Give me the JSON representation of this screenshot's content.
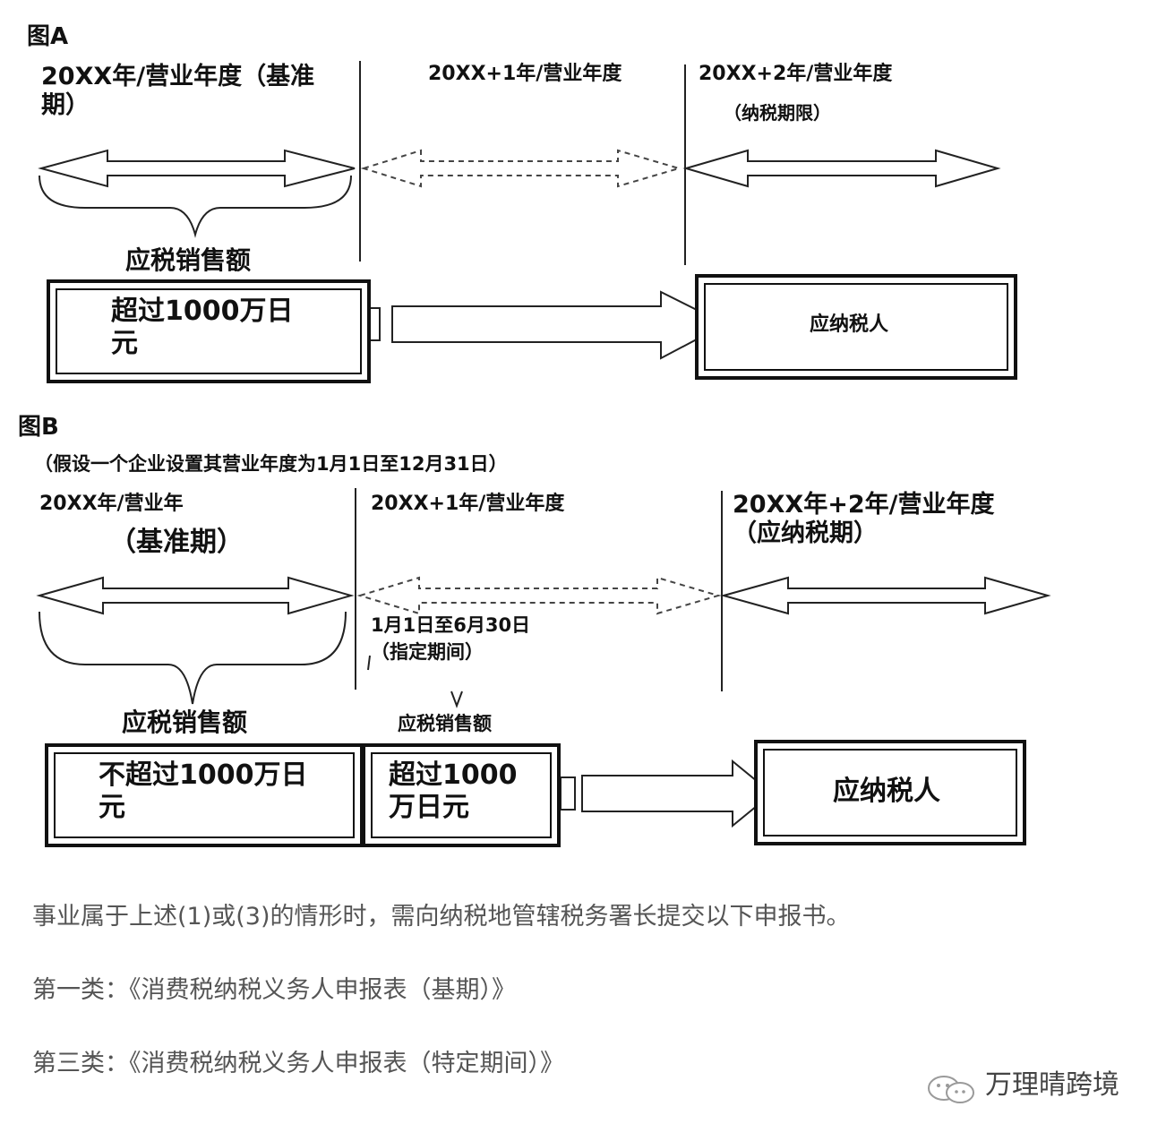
{
  "figA": {
    "label": "图A",
    "period1": "20XX年/营业年度（基准期）",
    "period2": "20XX+1年/营业年度",
    "period3": "20XX+2年/营业年度",
    "period3_sub": "（纳税期限）",
    "brace_label": "应税销售额",
    "box_left": "超过1000万日元",
    "box_right": "应纳税人"
  },
  "figB": {
    "label": "图B",
    "note": "（假设一个企业设置其营业年度为1月1日至12月31日）",
    "period1": "20XX年/营业年",
    "period1_sub": "（基准期）",
    "period2": "20XX+1年/营业年度",
    "period3": "20XX年+2年/营业年度（应纳税期）",
    "designated": "1月1日至6月30日（指定期间）",
    "brace_label": "应税销售额",
    "small_label": "应税销售额",
    "box_left": "不超过1000万日元",
    "box_mid": "超过1000万日元",
    "box_right": "应纳税人"
  },
  "body": {
    "line1": "事业属于上述(1)或(3)的情形时，需向纳税地管辖税务署长提交以下申报书。",
    "line2": "第一类：《消费税纳税义务人申报表（基期）》",
    "line3": "第三类：《消费税纳税义务人申报表（特定期间）》"
  },
  "watermark": {
    "text": "万理晴跨境",
    "icon": "wechat-icon"
  }
}
